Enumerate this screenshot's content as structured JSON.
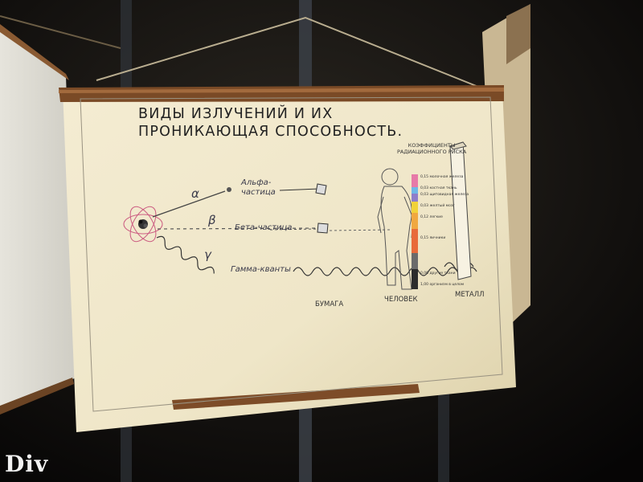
{
  "poster": {
    "title_line1": "Виды излучений и их",
    "title_line2": "проникающая способность.",
    "alpha_label_1": "Альфа-",
    "alpha_label_2": "частица",
    "beta_label": "Бета-частица",
    "gamma_label": "Гамма-кванты",
    "alpha_symbol": "α",
    "beta_symbol": "β",
    "gamma_symbol": "γ",
    "paper_label": "Бумага",
    "human_label": "Человек",
    "metal_label": "Металл",
    "risk_title_1": "Коэффициенты",
    "risk_title_2": "радиационного риска"
  },
  "risk_scale": [
    {
      "label": "0,15 молочная железа",
      "color": "#e77aa8"
    },
    {
      "label": "0,03 костная ткань",
      "color": "#6fb7e6"
    },
    {
      "label": "0,03 щитовидная железа",
      "color": "#8f7ec9"
    },
    {
      "label": "0,03 желтый мозг",
      "color": "#f1d23a"
    },
    {
      "label": "0,12 легкие",
      "color": "#f0a840"
    },
    {
      "label": "0,15 яичники",
      "color": "#e86a3a"
    },
    {
      "label": "0,06 другие ткани",
      "color": "#6b6b6b"
    },
    {
      "label": "1,00 организм в целом",
      "color": "#2c2c2c"
    }
  ],
  "watermark": "Div"
}
